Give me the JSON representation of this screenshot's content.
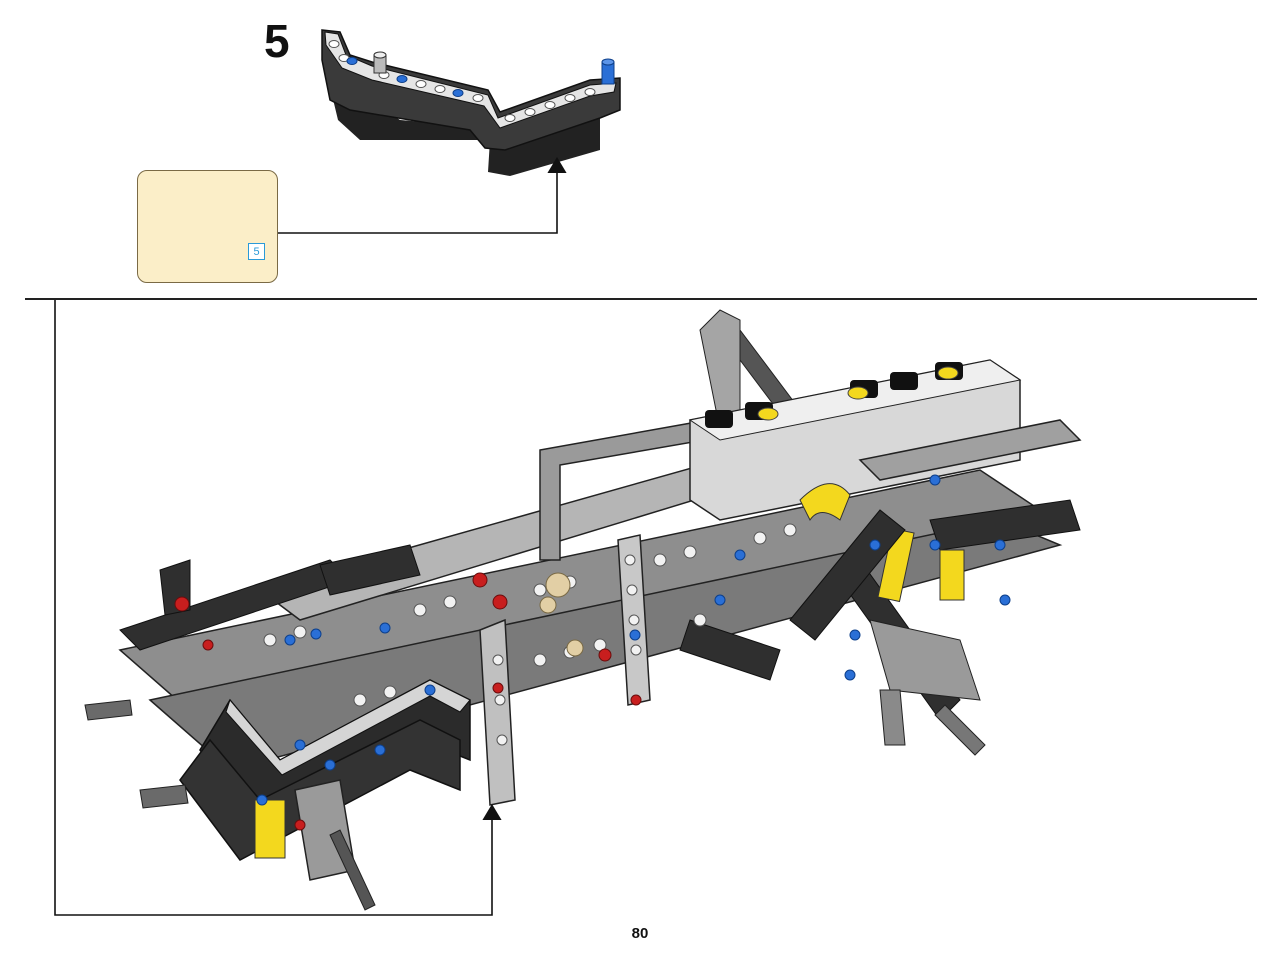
{
  "step": {
    "number": "5"
  },
  "callout": {
    "part_quantity": "5"
  },
  "page": {
    "number": "80"
  },
  "colors": {
    "dark_beam": "#2f2f2f",
    "light_beam": "#9a9a9a",
    "pin_blue": "#2a6fd6",
    "pin_red": "#c81e1e",
    "accent_yellow": "#f3d81e",
    "callout_bg": "#fbeec8"
  }
}
